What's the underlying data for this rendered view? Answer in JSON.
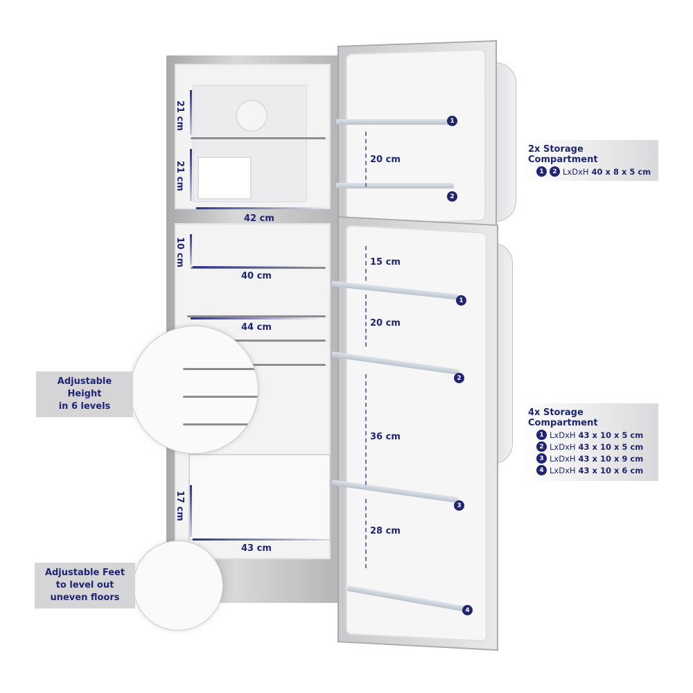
{
  "freezer": {
    "height_top": "21 cm",
    "height_bottom": "21 cm",
    "width": "42 cm"
  },
  "fridge": {
    "height_top": "10 cm",
    "shelf1_width": "40 cm",
    "shelf2_width": "44 cm",
    "crisper_height": "17 cm",
    "crisper_width": "43 cm"
  },
  "freezer_door": {
    "gap": "20 cm",
    "markers": [
      "1",
      "2"
    ]
  },
  "fridge_door": {
    "gaps": [
      "15 cm",
      "20 cm",
      "36 cm",
      "28 cm"
    ],
    "markers": [
      "1",
      "2",
      "3",
      "4"
    ]
  },
  "freezer_info": {
    "title": "2x Storage Compartment",
    "markers": [
      "1",
      "2"
    ],
    "prefix": "LxDxH",
    "dims": "40 x 8 x 5 cm"
  },
  "fridge_info": {
    "title": "4x Storage Compartment",
    "rows": [
      {
        "n": "1",
        "prefix": "LxDxH",
        "dims": "43 x 10 x 5 cm"
      },
      {
        "n": "2",
        "prefix": "LxDxH",
        "dims": "43 x 10 x 5 cm"
      },
      {
        "n": "3",
        "prefix": "LxDxH",
        "dims": "43 x 10 x 9 cm"
      },
      {
        "n": "4",
        "prefix": "LxDxH",
        "dims": "43 x 10 x 6 cm"
      }
    ]
  },
  "callouts": {
    "height": [
      "Adjustable Height",
      "in 6 levels"
    ],
    "feet": [
      "Adjustable Feet",
      "to level out",
      "uneven floors"
    ]
  },
  "colors": {
    "accent": "#1f2570"
  }
}
